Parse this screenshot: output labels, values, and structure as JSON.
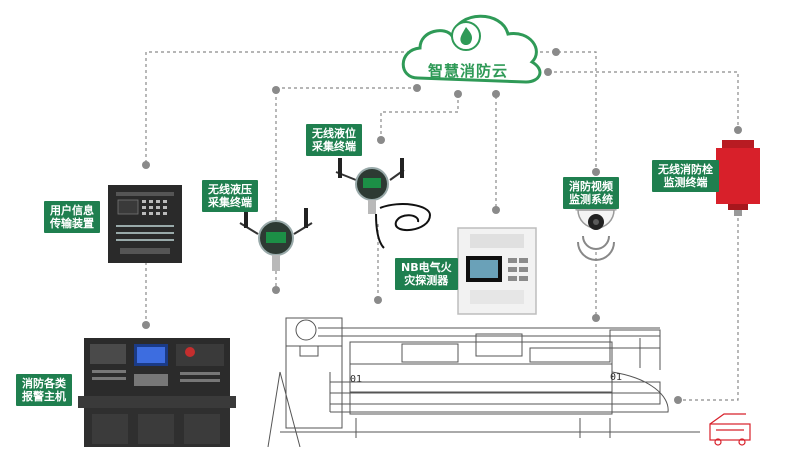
{
  "cloud": {
    "label": "智慧消防云",
    "icon": "fire-icon"
  },
  "devices": {
    "user_info": {
      "label": "用户信息\n传输装置"
    },
    "wireless_pressure": {
      "label": "无线液压\n采集终端"
    },
    "wireless_level": {
      "label": "无线液位\n采集终端"
    },
    "video": {
      "label": "消防视频\n监测系统"
    },
    "hydrant": {
      "label": "无线消防栓\n监测终端"
    },
    "nb_detector": {
      "label": "NB电气火\n灾探测器"
    },
    "alarm_host": {
      "label": "消防各类\n报警主机"
    }
  },
  "train": {
    "car_numbers": [
      "01",
      "01"
    ]
  },
  "colors": {
    "accent": "#1f7f4f",
    "cloud": "#2f9a57",
    "hydrant": "#d8202a",
    "line": "#8a8a8a"
  }
}
